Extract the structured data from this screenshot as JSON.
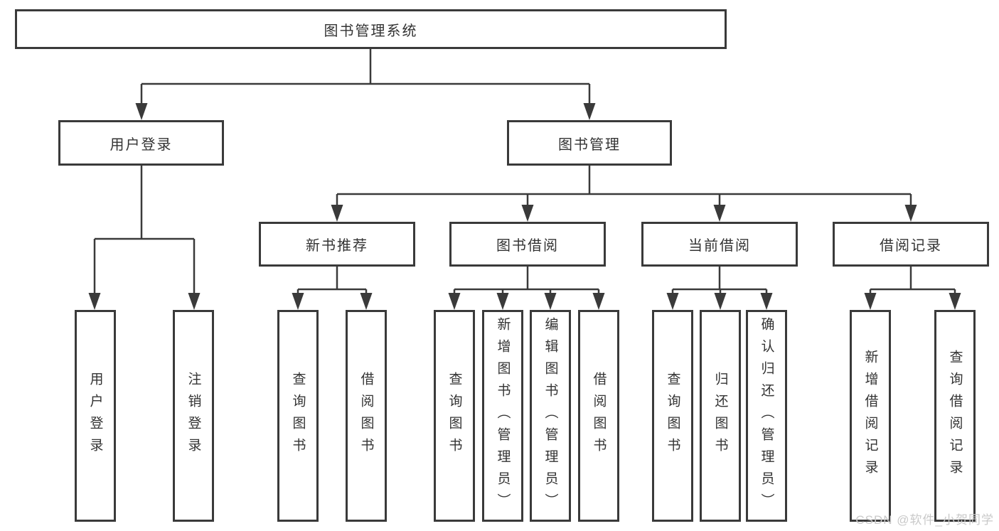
{
  "diagram": {
    "root": {
      "label": "图书管理系统"
    },
    "branches": [
      {
        "label": "用户登录",
        "children": [
          {
            "label": "用户登录"
          },
          {
            "label": "注销登录"
          }
        ]
      },
      {
        "label": "图书管理",
        "children": [
          {
            "label": "新书推荐",
            "children": [
              {
                "label": "查询图书"
              },
              {
                "label": "借阅图书"
              }
            ]
          },
          {
            "label": "图书借阅",
            "children": [
              {
                "label": "查询图书"
              },
              {
                "label": "新增图书（管理员）"
              },
              {
                "label": "编辑图书（管理员）"
              },
              {
                "label": "借阅图书"
              }
            ]
          },
          {
            "label": "当前借阅",
            "children": [
              {
                "label": "查询图书"
              },
              {
                "label": "归还图书"
              },
              {
                "label": "确认归还（管理员）"
              }
            ]
          },
          {
            "label": "借阅记录",
            "children": [
              {
                "label": "新增借阅记录"
              },
              {
                "label": "查询借阅记录"
              }
            ]
          }
        ]
      }
    ]
  },
  "watermark": {
    "text": "CSDN @软件_小贺同学"
  },
  "colors": {
    "line": "#3a3a3a",
    "text": "#333333",
    "watermark": "#c9c9c9",
    "background": "#ffffff"
  }
}
